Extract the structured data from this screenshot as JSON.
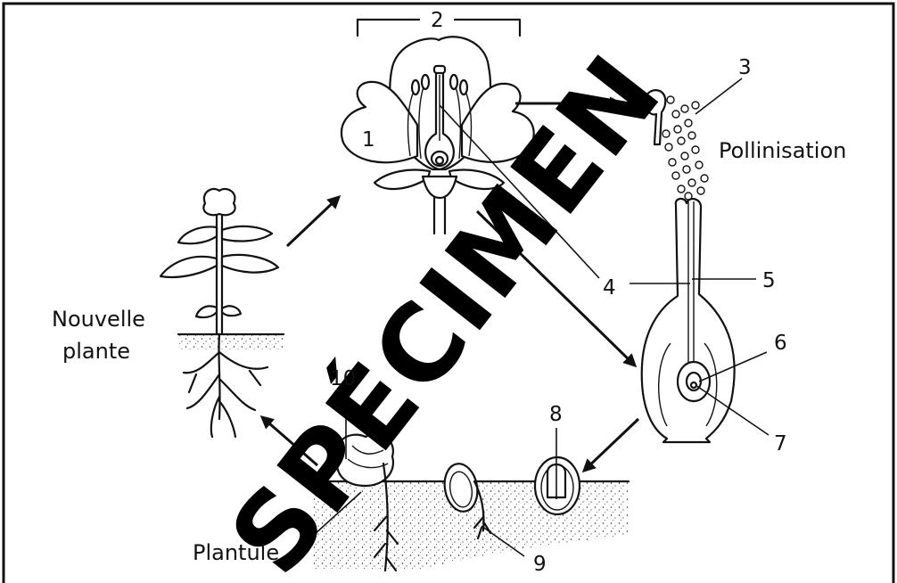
{
  "labels": {
    "n1": "1",
    "n2": "2",
    "n3": "3",
    "n4": "4",
    "n5": "5",
    "n6": "6",
    "n7": "7",
    "n8": "8",
    "n9": "9",
    "n10": "10",
    "pollinisation": "Pollinisation",
    "nouvelle_line1": "Nouvelle",
    "nouvelle_line2": "plante",
    "plantule": "Plantule"
  },
  "watermark": "SPÉCIMEN",
  "colors": {
    "ink": "#111111",
    "background": "#ffffff"
  }
}
